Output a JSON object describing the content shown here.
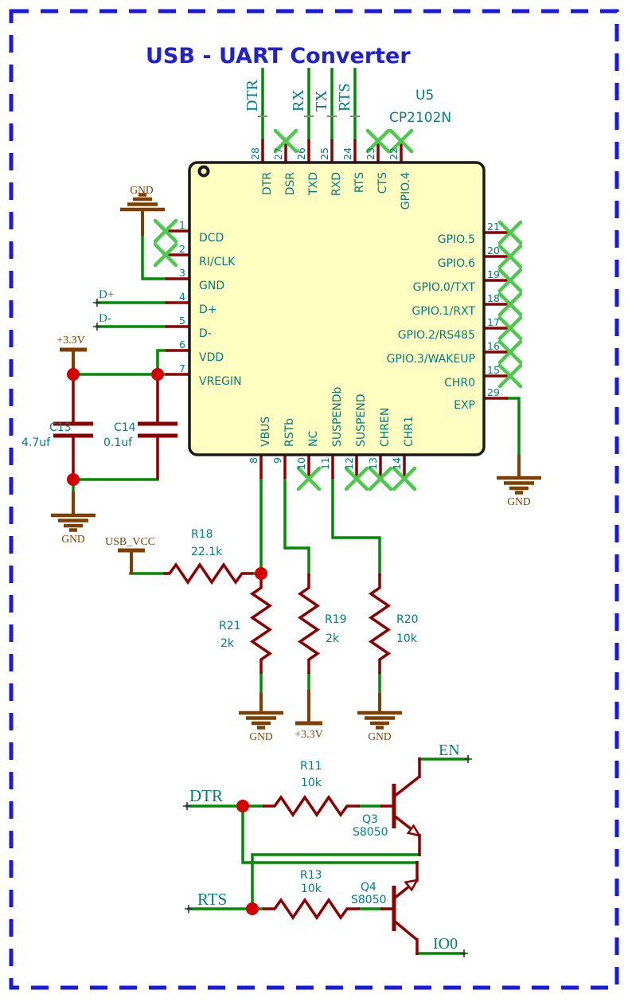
{
  "title": "USB - UART Converter",
  "ic": {
    "ref": "U5",
    "part": "CP2102N",
    "pins_top": [
      {
        "num": "28",
        "name": "DTR"
      },
      {
        "num": "27",
        "name": "DSR"
      },
      {
        "num": "26",
        "name": "TXD"
      },
      {
        "num": "25",
        "name": "RXD"
      },
      {
        "num": "24",
        "name": "RTS"
      },
      {
        "num": "23",
        "name": "CTS"
      },
      {
        "num": "22",
        "name": "GPIO.4"
      }
    ],
    "pins_left": [
      {
        "num": "1",
        "name": "DCD"
      },
      {
        "num": "2",
        "name": "RI/CLK"
      },
      {
        "num": "3",
        "name": "GND"
      },
      {
        "num": "4",
        "name": "D+"
      },
      {
        "num": "5",
        "name": "D-"
      },
      {
        "num": "6",
        "name": "VDD"
      },
      {
        "num": "7",
        "name": "VREGIN"
      }
    ],
    "pins_right": [
      {
        "num": "21",
        "name": "GPIO.5"
      },
      {
        "num": "20",
        "name": "GPIO.6"
      },
      {
        "num": "19",
        "name": "GPIO.0/TXT"
      },
      {
        "num": "18",
        "name": "GPIO.1/RXT"
      },
      {
        "num": "17",
        "name": "GPIO.2/RS485"
      },
      {
        "num": "16",
        "name": "GPIO.3/WAKEUP"
      },
      {
        "num": "15",
        "name": "CHR0"
      },
      {
        "num": "29",
        "name": "EXP"
      }
    ],
    "pins_bottom": [
      {
        "num": "8",
        "name": "VBUS"
      },
      {
        "num": "9",
        "name": "RSTb"
      },
      {
        "num": "10",
        "name": "NC"
      },
      {
        "num": "11",
        "name": "SUSPENDb"
      },
      {
        "num": "12",
        "name": "SUSPEND"
      },
      {
        "num": "13",
        "name": "CHREN"
      },
      {
        "num": "14",
        "name": "CHR1"
      }
    ]
  },
  "nets": {
    "dtr_top": "DTR",
    "rx": "RX",
    "tx": "TX",
    "rts_top": "RTS",
    "d_plus": "D+",
    "d_minus": "D-",
    "dtr": "DTR",
    "rts": "RTS",
    "en": "EN",
    "io0": "IO0"
  },
  "power": {
    "gnd": "GND",
    "v33": "+3.3V",
    "usb_vcc": "USB_VCC"
  },
  "components": {
    "c13": {
      "ref": "C13",
      "value": "4.7uf"
    },
    "c14": {
      "ref": "C14",
      "value": "0.1uf"
    },
    "r18": {
      "ref": "R18",
      "value": "22.1k"
    },
    "r19": {
      "ref": "R19",
      "value": "2k"
    },
    "r20": {
      "ref": "R20",
      "value": "10k"
    },
    "r21": {
      "ref": "R21",
      "value": "2k"
    },
    "r11": {
      "ref": "R11",
      "value": "10k"
    },
    "r13": {
      "ref": "R13",
      "value": "10k"
    },
    "q3": {
      "ref": "Q3",
      "value": "S8050"
    },
    "q4": {
      "ref": "Q4",
      "value": "S8050"
    }
  },
  "colors": {
    "wire_green": "#008c00",
    "wire_dark_red": "#8b0000",
    "power_brown": "#7d4000",
    "text_teal": "#008080",
    "junction_red": "#d40000",
    "no_connect_green": "#4dc94d",
    "ic_fill": "#ffffc2",
    "border_blue": "#1a1adf",
    "title_blue": "#2222cc"
  }
}
